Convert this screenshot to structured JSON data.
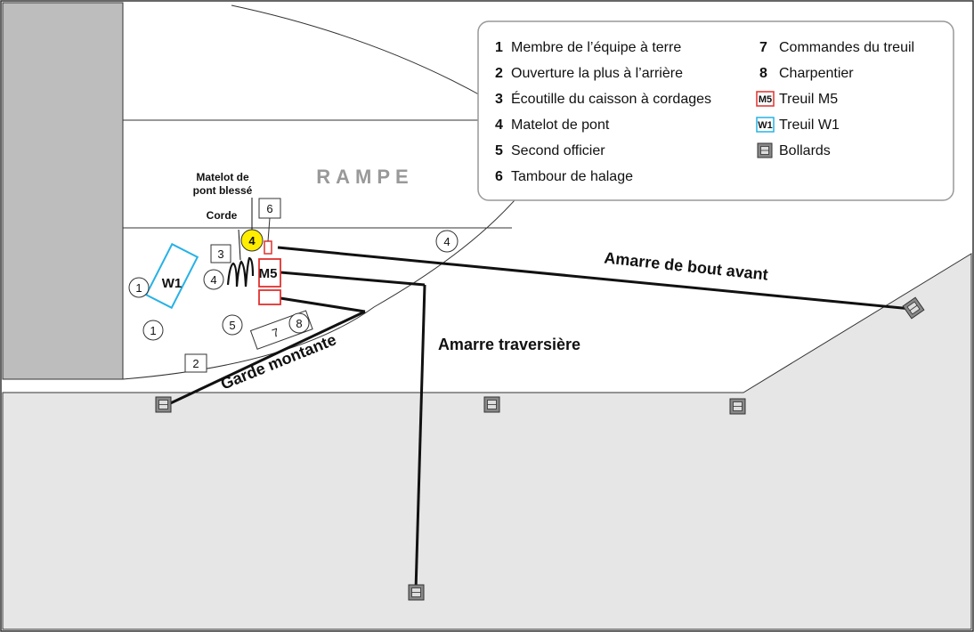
{
  "labels": {
    "ramp": "RAMPE",
    "injured_top": "Matelot de",
    "injured_bottom": "pont blessé",
    "rope": "Corde",
    "head_line": "Amarre de bout avant",
    "breast_line": "Amarre traversière",
    "spring_line": "Garde montante",
    "winch_m5": "M5",
    "winch_w1": "W1"
  },
  "markers": {
    "m1a": "1",
    "m1b": "1",
    "m2": "2",
    "m3": "3",
    "m4_rope": "4",
    "m4_right": "4",
    "m4_injured": "4",
    "m5": "5",
    "m6": "6",
    "m7": "7",
    "m8": "8"
  },
  "legend": {
    "items": [
      {
        "num": "1",
        "text": "Membre de l’équipe à terre"
      },
      {
        "num": "2",
        "text": "Ouverture la plus à l’arrière"
      },
      {
        "num": "3",
        "text": "Écoutille du caisson à cordages"
      },
      {
        "num": "4",
        "text": "Matelot de pont"
      },
      {
        "num": "5",
        "text": "Second officier"
      },
      {
        "num": "6",
        "text": "Tambour de halage"
      },
      {
        "num": "7",
        "text": "Commandes du treuil"
      },
      {
        "num": "8",
        "text": "Charpentier"
      }
    ],
    "symbols": [
      {
        "icon": "winch-m5-icon",
        "code": "M5",
        "text": "Treuil M5"
      },
      {
        "icon": "winch-w1-icon",
        "code": "W1",
        "text": "Treuil W1"
      },
      {
        "icon": "bollard-icon",
        "code": "",
        "text": "Bollards"
      }
    ]
  },
  "colors": {
    "quay": "#e6e6e6",
    "ship_hull": "#bdbdbd",
    "winch_m5": "#e0312f",
    "winch_w1": "#27b2e6",
    "highlight": "#ffee00",
    "line": "#111111"
  }
}
